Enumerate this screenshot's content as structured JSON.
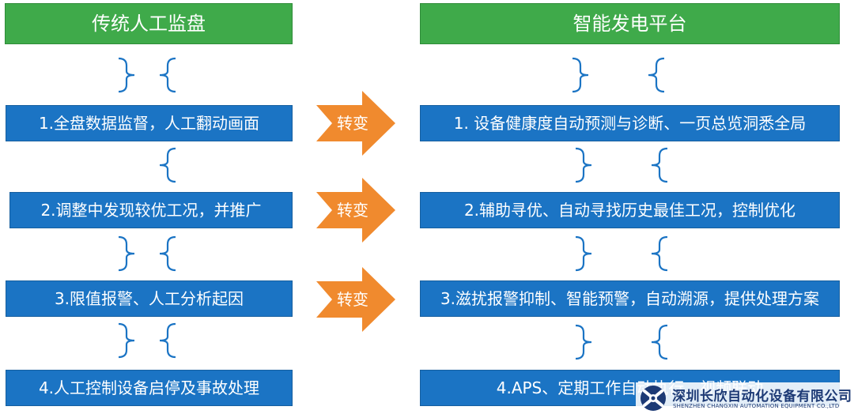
{
  "left": {
    "header": "传统人工监盘",
    "steps": [
      "1.全盘数据监督，人工翻动画面",
      "2.调整中发现较优工况，并推广",
      "3.限值报警、人工分析起因",
      "4.人工控制设备启停及事故处理"
    ]
  },
  "right": {
    "header": "智能发电平台",
    "steps": [
      "1. 设备健康度自动预测与诊断、一页总览洞悉全局",
      "2.辅助寻优、自动寻找历史最佳工况，控制优化",
      "3.滋扰报警抑制、智能预警，自动溯源，提供处理方案",
      "4.APS、定期工作自动执行，视频联动"
    ]
  },
  "transition": {
    "label": "转变"
  },
  "watermark": {
    "company": "深圳长欣自动化设备有限公司",
    "company_en": "SHENZHEN CHANGXIN AUTOMATION EQUIPMENT CO.,LTD"
  },
  "colors": {
    "header_bg": "#3faa4a",
    "step_bg": "#1b74c4",
    "arrow": "#f08a2e",
    "brace": "#1b74c4"
  }
}
